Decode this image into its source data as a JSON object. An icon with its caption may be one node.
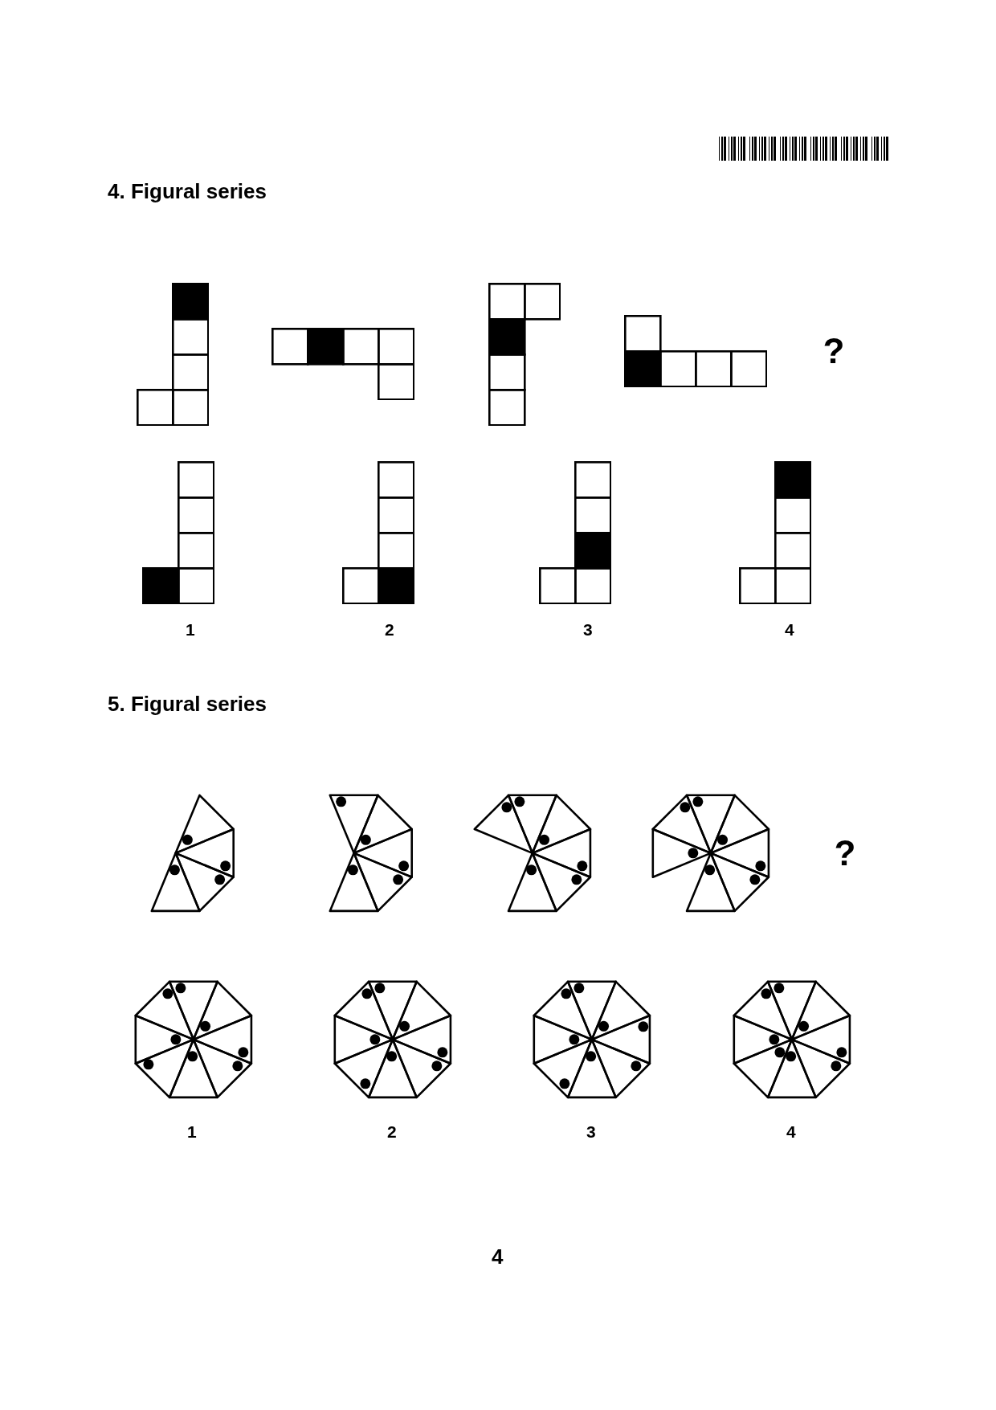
{
  "diagram": {
    "labels": [
      "4. Figural series",
      "?",
      "1",
      "2",
      "3",
      "4",
      "5. Figural series",
      "?",
      "1",
      "2",
      "3",
      "4",
      "4"
    ]
  }
}
